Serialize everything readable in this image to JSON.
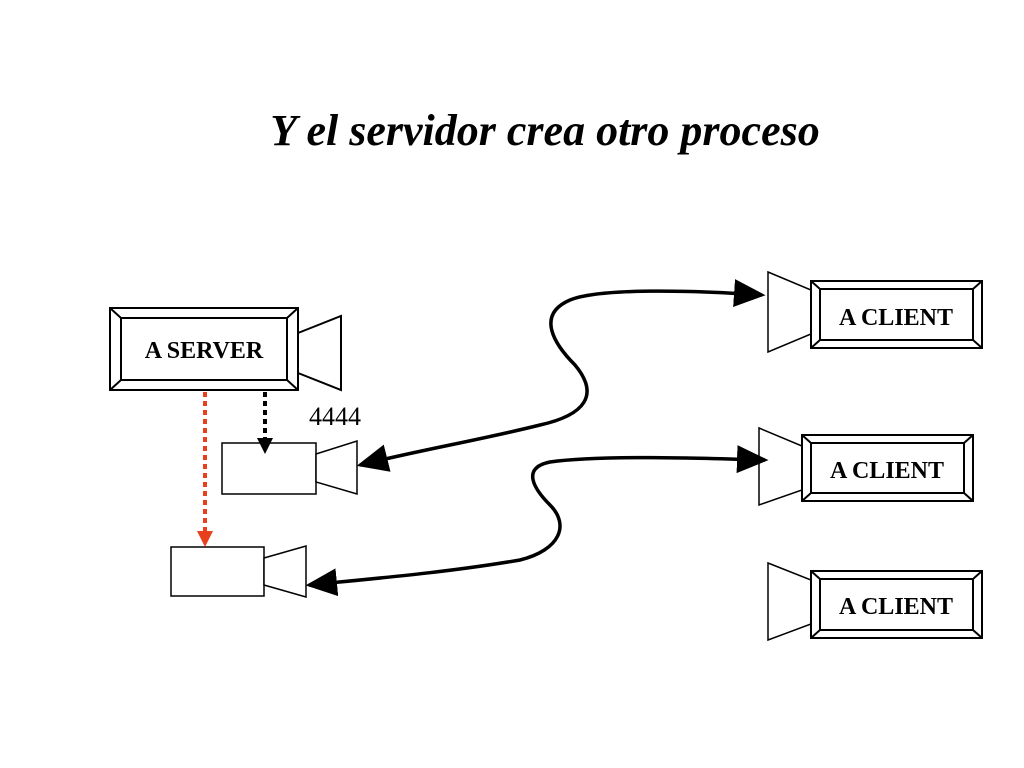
{
  "slide": {
    "title": "Y el servidor crea otro proceso"
  },
  "server": {
    "label": "A SERVER",
    "port": "4444"
  },
  "clients": [
    {
      "label": "A CLIENT"
    },
    {
      "label": "A CLIENT"
    },
    {
      "label": "A CLIENT"
    }
  ],
  "colors": {
    "background": "#ffffff",
    "stroke": "#000000",
    "spawn_arrow": "#e8401c"
  },
  "icons": {
    "server": "video-camera-icon",
    "client": "video-camera-icon",
    "process": "video-camera-icon"
  }
}
